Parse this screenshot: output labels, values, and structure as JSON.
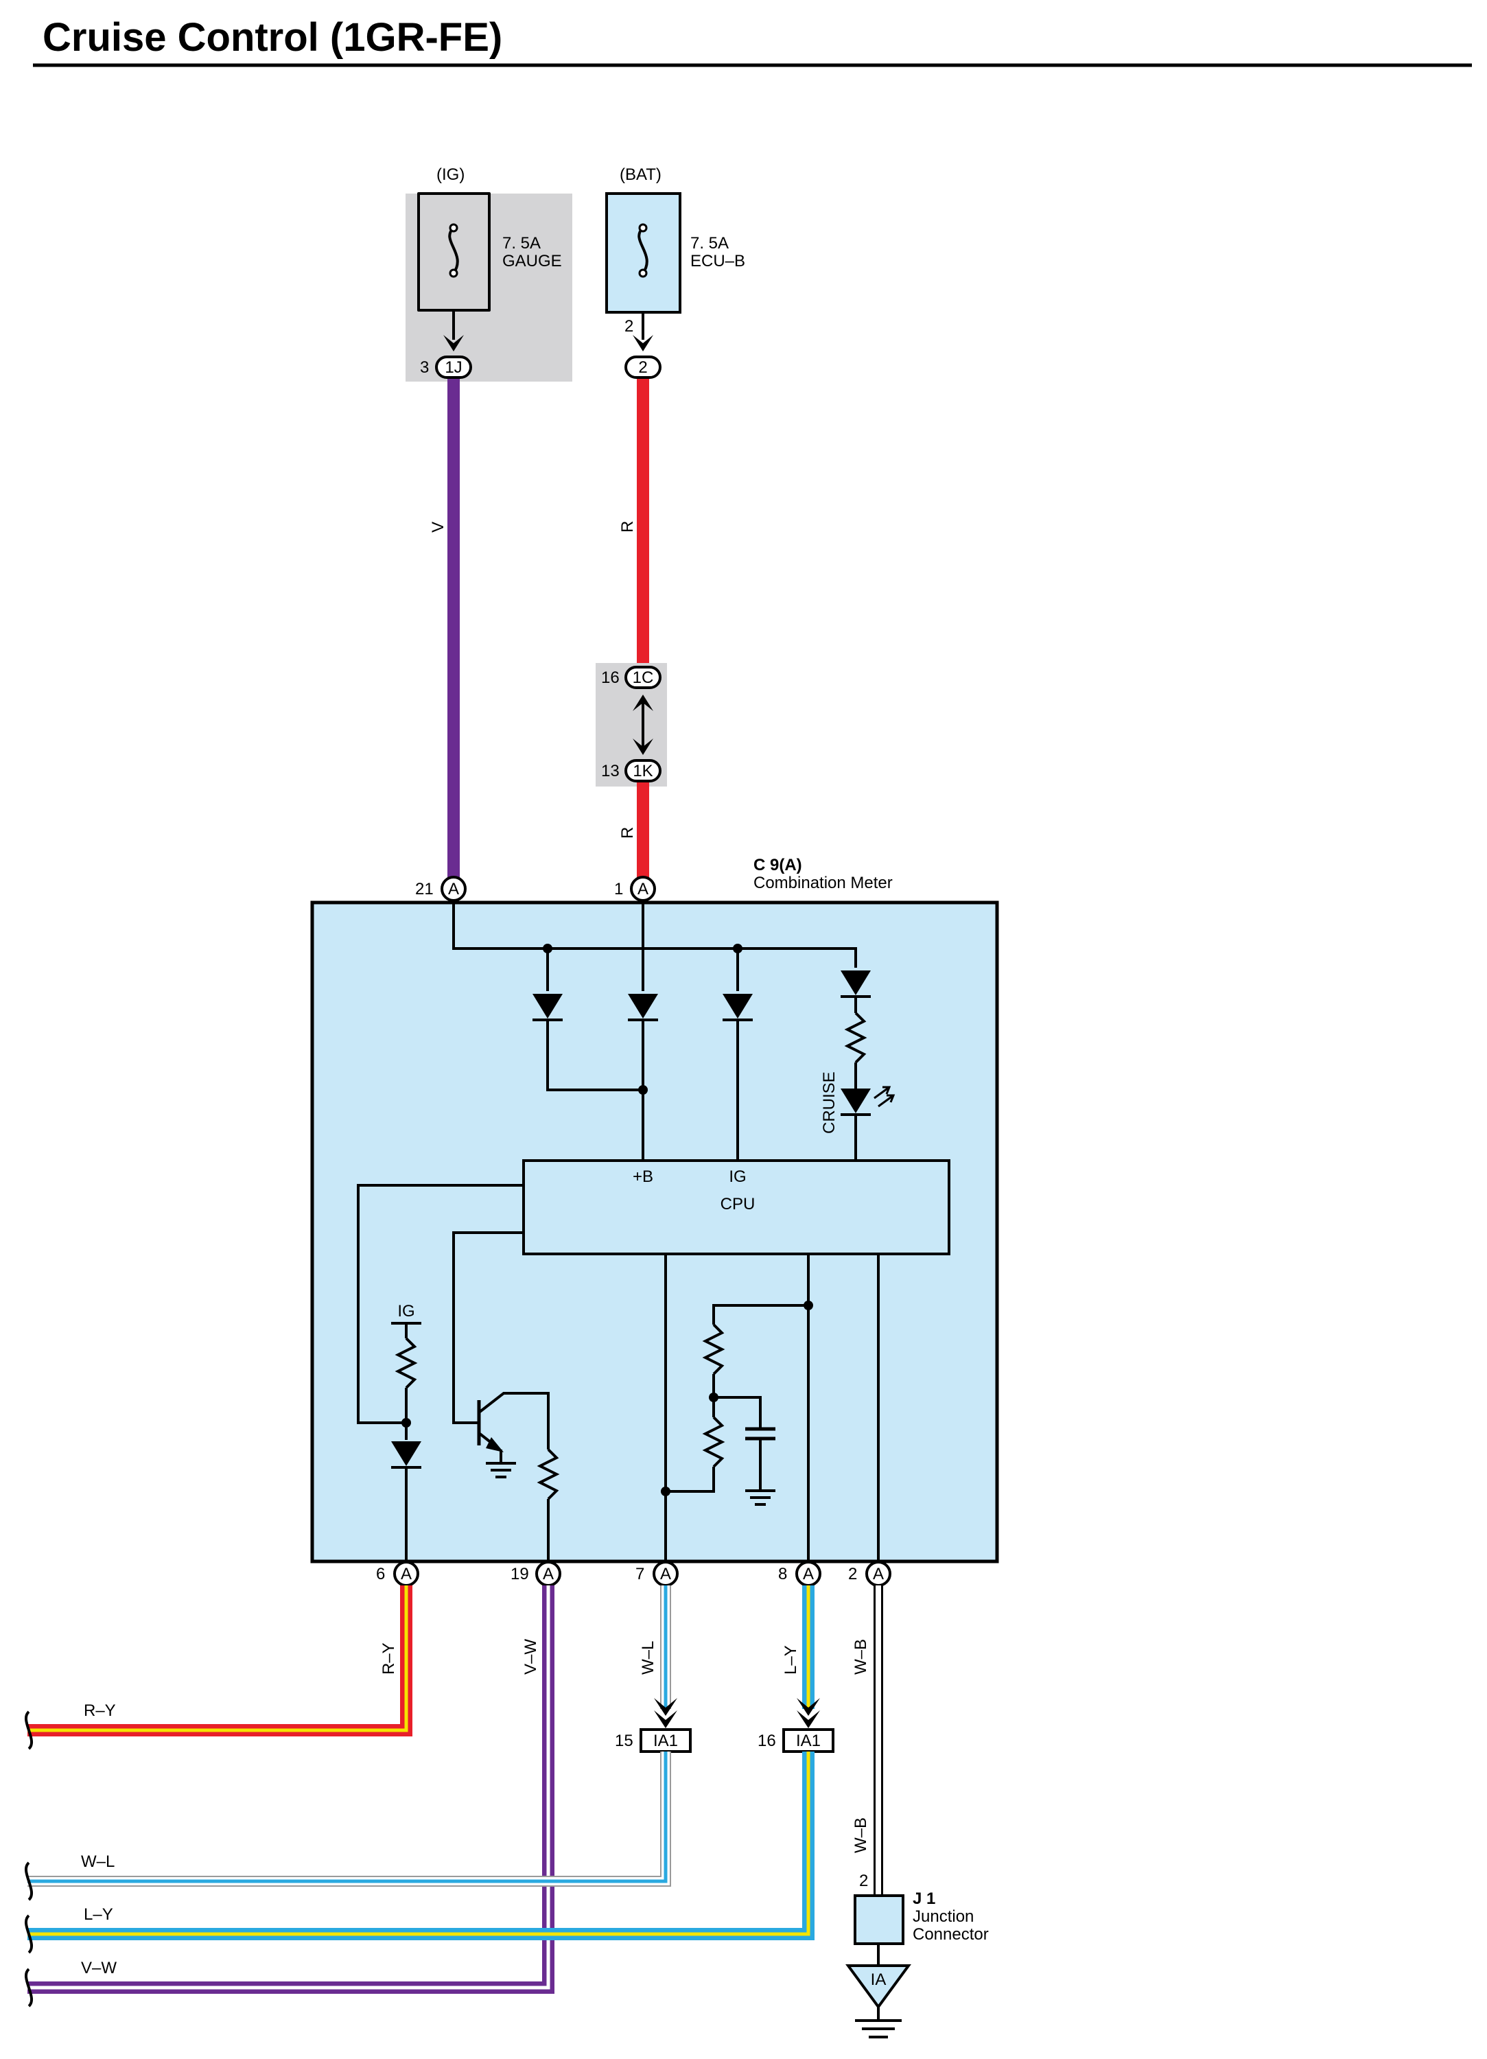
{
  "title": "Cruise Control (1GR-FE)",
  "colors": {
    "violet": "#6a2c91",
    "red": "#e8202a",
    "yellow": "#f5e400",
    "blue": "#2aa9e0",
    "light_blue_fill": "#c9e8f8",
    "gray_fill": "#d4d4d6",
    "white_wire_outline": "#9a9a9a"
  },
  "fuses": {
    "gauge": {
      "supply": "(IG)",
      "rating": "7. 5A",
      "name": "GAUGE",
      "connector": "1J",
      "pin": "3"
    },
    "ecu_b": {
      "supply": "(BAT)",
      "rating": "7. 5A",
      "name": "ECU–B",
      "top_pin": "2",
      "connector": "2"
    }
  },
  "junction_1c_1k": {
    "upper_pin": "16",
    "upper_connector": "1C",
    "lower_pin": "13",
    "lower_connector": "1K"
  },
  "meter": {
    "code": "C 9(A)",
    "name": "Combination Meter",
    "top_pins": [
      {
        "num": "21",
        "conn": "A"
      },
      {
        "num": "1",
        "conn": "A"
      }
    ],
    "bottom_pins": [
      {
        "num": "6",
        "conn": "A"
      },
      {
        "num": "19",
        "conn": "A"
      },
      {
        "num": "7",
        "conn": "A"
      },
      {
        "num": "8",
        "conn": "A"
      },
      {
        "num": "2",
        "conn": "A"
      }
    ],
    "cpu": {
      "label": "CPU",
      "plus_b": "+B",
      "ig": "IG"
    },
    "cruise_led": "CRUISE",
    "ig_label": "IG"
  },
  "wires": {
    "v_top": "V",
    "r_top": "R",
    "r_mid": "R",
    "r_y": "R–Y",
    "v_w": "V–W",
    "w_l": "W–L",
    "l_y": "L–Y",
    "w_b": "W–B",
    "w_b_lower": "W–B"
  },
  "ia1_connectors": [
    {
      "pin": "15",
      "name": "IA1"
    },
    {
      "pin": "16",
      "name": "IA1"
    }
  ],
  "junction_connector": {
    "pin": "2",
    "code": "J 1",
    "line1": "Junction",
    "line2": "Connector"
  },
  "ground": {
    "label": "IA"
  },
  "left_exits": [
    "R–Y",
    "W–L",
    "L–Y",
    "V–W"
  ]
}
